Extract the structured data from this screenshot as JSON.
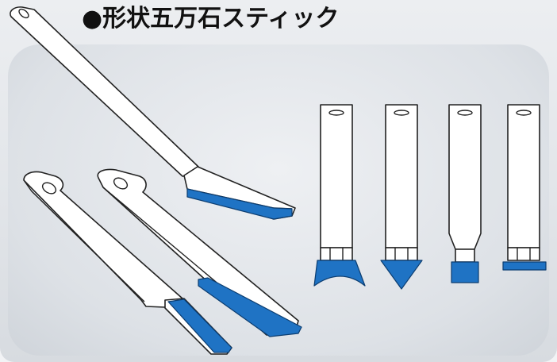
{
  "title": "●形状五万石スティック",
  "colors": {
    "stone": "#1f73c4",
    "body": "#ffffff",
    "outline": "#222222",
    "background": "#e4e7eb"
  },
  "illustration": {
    "sticks": [
      {
        "name": "long-angled-stick",
        "icon": "angled-stick"
      },
      {
        "name": "flat-stick-narrow",
        "icon": "flat-stick"
      },
      {
        "name": "flat-stick-wide",
        "icon": "flat-stick"
      }
    ],
    "tip_shapes": [
      "concave",
      "v-point",
      "square-narrow",
      "flat"
    ]
  }
}
